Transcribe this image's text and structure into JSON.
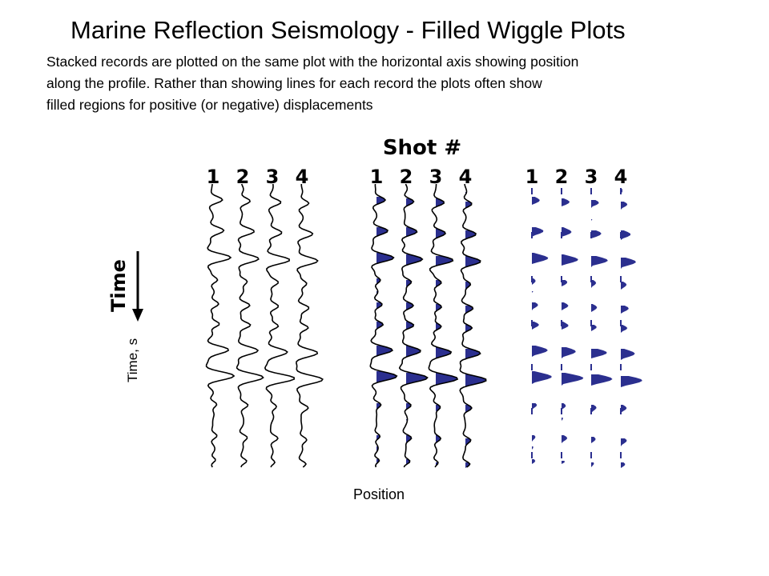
{
  "slide": {
    "title": "Marine Reflection Seismology - Filled Wiggle Plots",
    "description_lines": [
      "Stacked records are plotted on the same plot with the horizontal axis showing position",
      "along the profile.  Rather than showing lines for each record the plots often show",
      "filled regions for positive (or negative) displacements"
    ],
    "y_axis_label": "Time, s",
    "x_axis_label": "Position"
  },
  "figure": {
    "heading": "Shot #",
    "time_label": "Time",
    "shot_numbers": [
      "1",
      "2",
      "3",
      "4"
    ],
    "panels": [
      "wiggle",
      "wiggle-fill",
      "fill-only"
    ],
    "fill_color": "#2b2f8f",
    "line_color": "#000000",
    "icons": [
      "down-arrow-icon"
    ]
  }
}
